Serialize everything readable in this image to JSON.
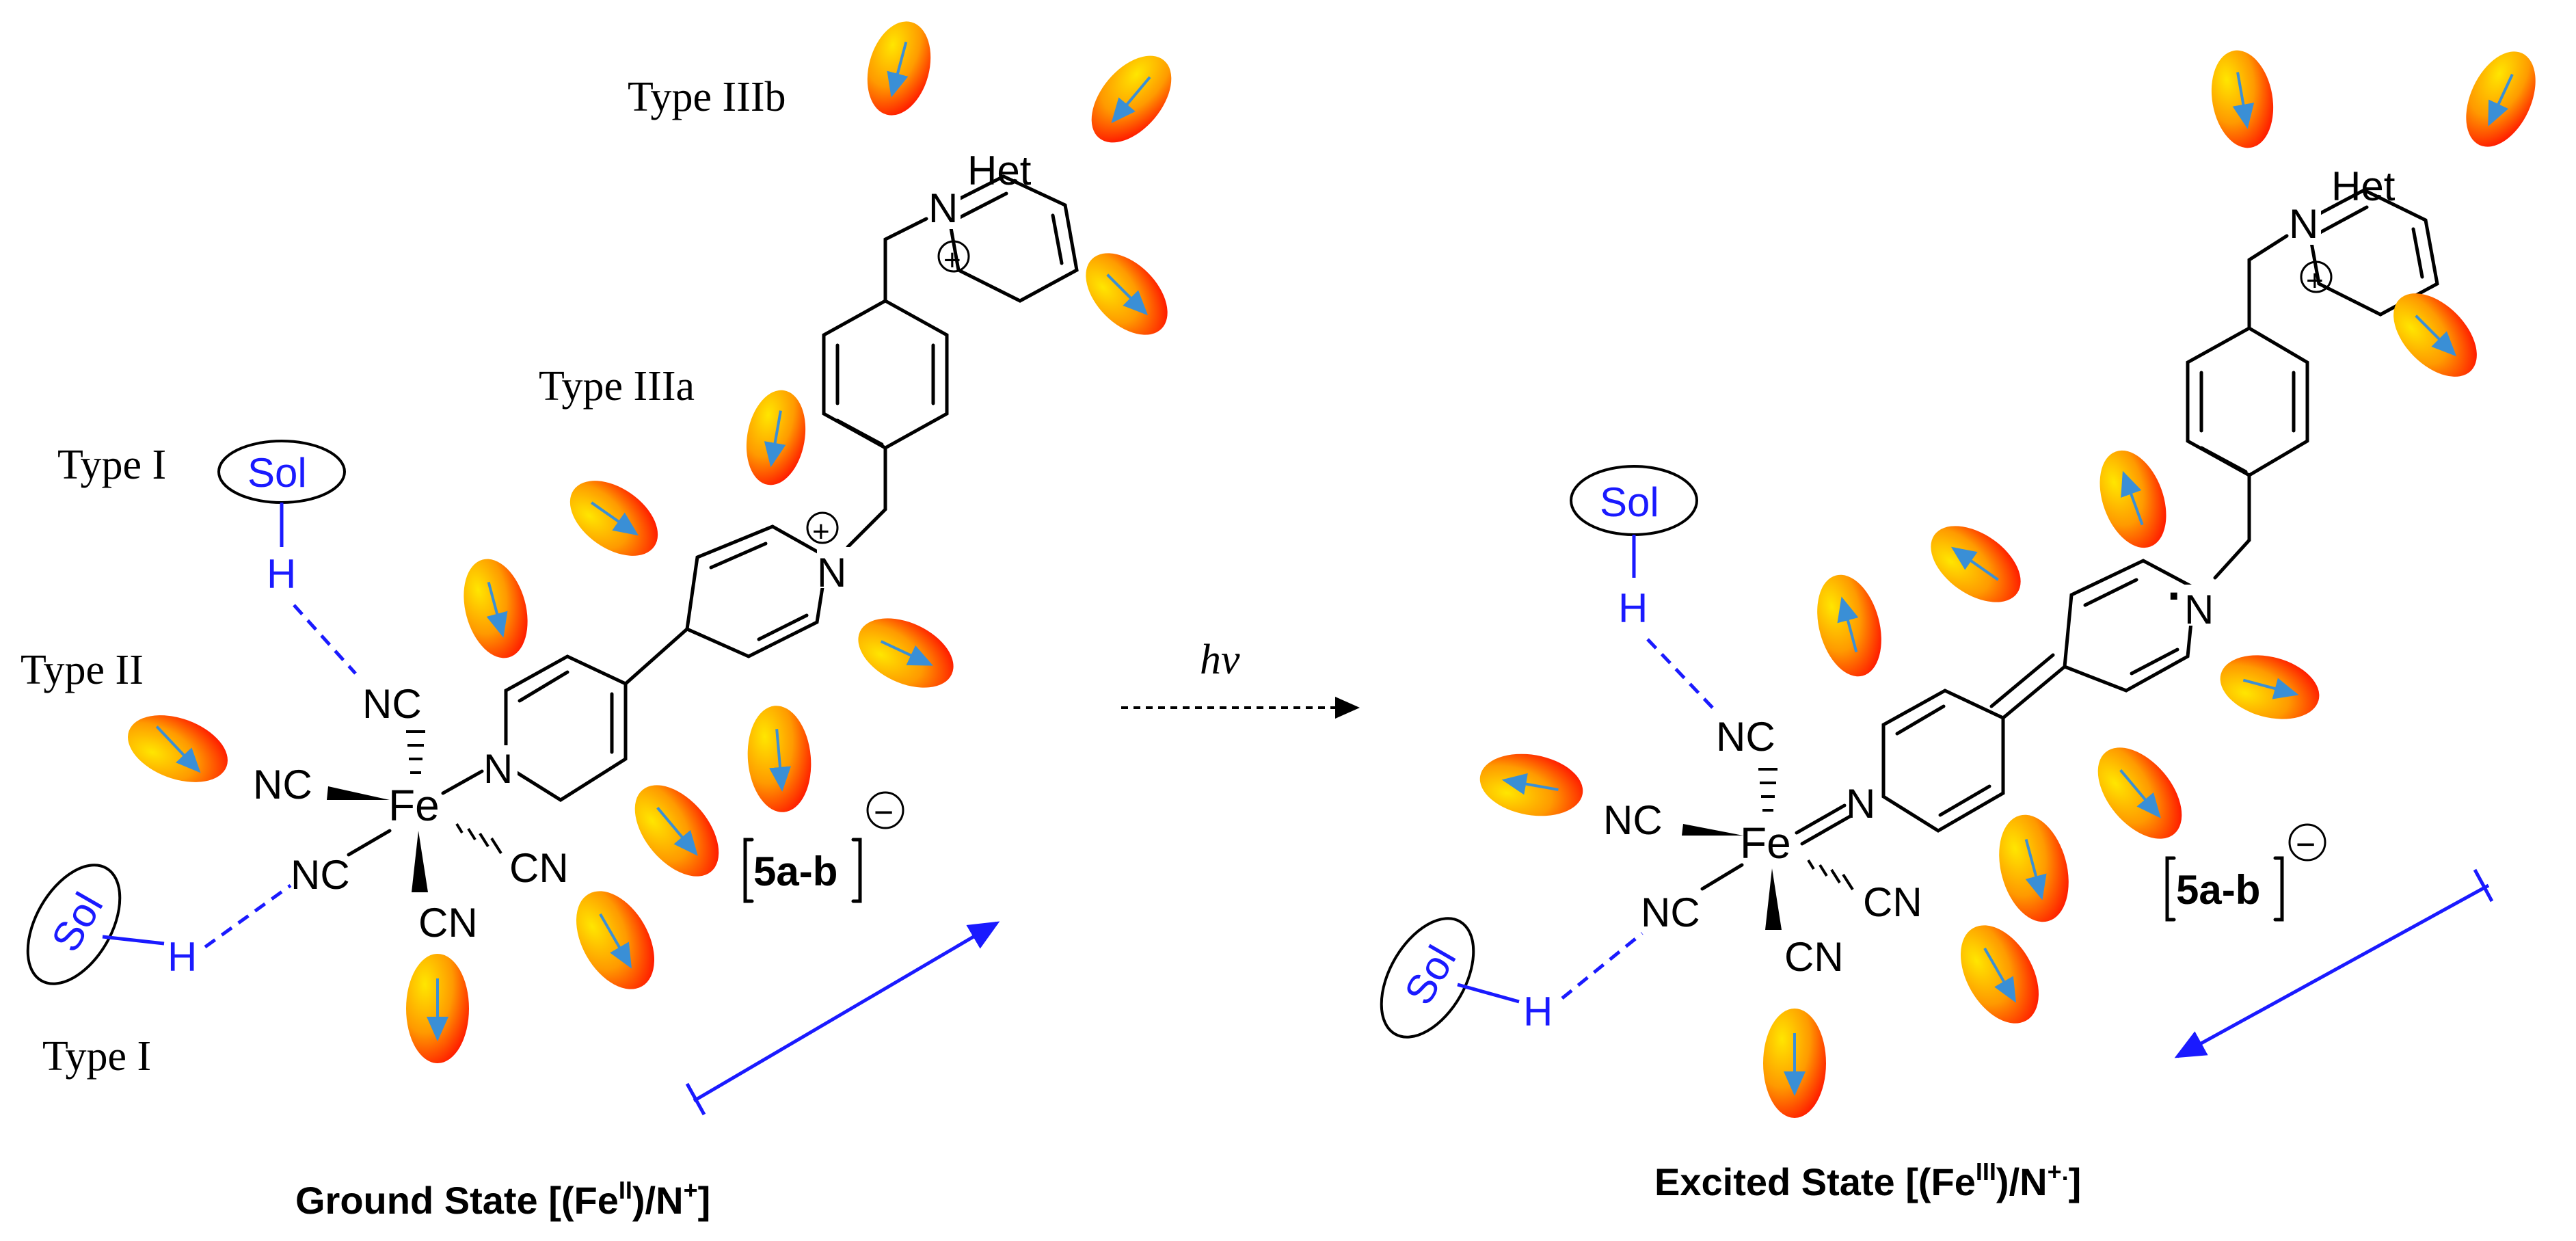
{
  "labels": {
    "type_iiib": "Type IIIb",
    "type_iiia": "Type IIIa",
    "type_i_top": "Type I",
    "type_ii": "Type II",
    "type_i_bottom": "Type I",
    "hv": "hv"
  },
  "atoms": {
    "het": "Het",
    "nitrogen": "N",
    "plus": "+",
    "minus": "−",
    "iron": "Fe",
    "nc": "NC",
    "cn": "CN",
    "sol": "Sol",
    "hydrogen": "H",
    "radical_dot": "·"
  },
  "complex_label": {
    "bold": "5a-b",
    "charge": "−"
  },
  "captions": {
    "ground_prefix": "Ground State [(Fe",
    "ground_ox": "II",
    "ground_mid": ")/N",
    "ground_charge": "+",
    "ground_end": "]",
    "excited_prefix": "Excited State [(Fe",
    "excited_ox": "III",
    "excited_mid": ")/N",
    "excited_charge": "+.",
    "excited_end": "]"
  },
  "colors": {
    "ellipse_outer": "#ff1a00",
    "ellipse_inner": "#ffd400",
    "dipole_arrow": "#3a8fd6",
    "solvent_blue": "#1a1aff"
  }
}
